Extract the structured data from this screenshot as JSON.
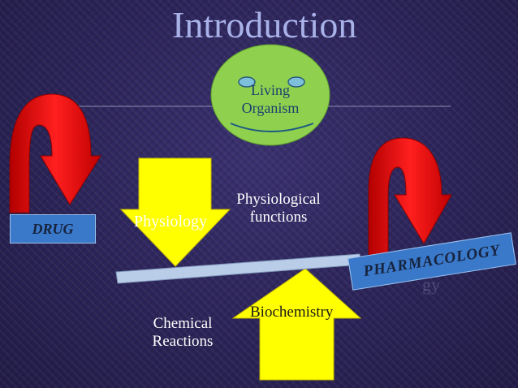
{
  "slide": {
    "title": "Introduction",
    "circle_label": "Living\nOrganism",
    "physiological_functions": "Physiological\nfunctions",
    "physiology": "Physiology",
    "biochemistry": "Biochemistry",
    "chemical_reactions": "Chemical\nReactions",
    "drug": "DRUG",
    "pharmacology": "PHARMACOLOGY",
    "ghost_text": "gy"
  },
  "colors": {
    "background": "#2b2357",
    "title": "#a9b2e8",
    "circle_fill": "#8fd14f",
    "arrow_yellow": "#ffff00",
    "arrow_red": "#e01414",
    "label_box": "#3a78c9",
    "beam": "#b9cde8"
  },
  "icons": {
    "left_curved_arrow": "red-curved-arrow-icon",
    "right_curved_arrow": "red-curved-arrow-icon",
    "down_arrow": "yellow-down-arrow-icon",
    "up_arrow": "yellow-up-arrow-icon"
  }
}
